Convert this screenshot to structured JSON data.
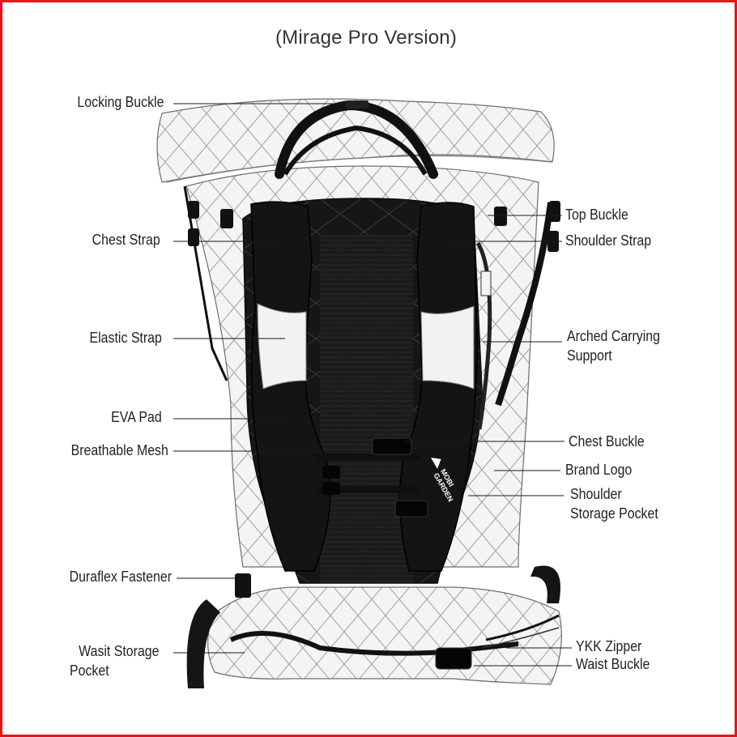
{
  "diagram": {
    "title": "(Mirage Pro Version)",
    "colors": {
      "border": "#e8141b",
      "fabric": "#f4f4f4",
      "strap": "#111111",
      "leader": "#1a1a1a"
    },
    "left_labels": {
      "locking_buckle": "Locking Buckle",
      "chest_strap": "Chest Strap",
      "elastic_strap": "Elastic Strap",
      "eva_pad": "EVA Pad",
      "breathable_mesh": "Breathable Mesh",
      "duraflex_fastener": "Duraflex Fastener",
      "waist_pocket_line1": "Wasit Storage",
      "waist_pocket_line2": "Pocket"
    },
    "right_labels": {
      "top_buckle": "Top Buckle",
      "shoulder_strap": "Shoulder Strap",
      "arched_line1": "Arched Carrying",
      "arched_line2": "Support",
      "chest_buckle": "Chest Buckle",
      "brand_logo": "Brand Logo",
      "shoulder_pocket_line1": "Shoulder",
      "shoulder_pocket_line2": "Storage Pocket",
      "ykk_zipper": "YKK Zipper",
      "waist_buckle": "Waist Buckle"
    },
    "logo_text_line1": "MOBI",
    "logo_text_line2": "GARDEN"
  }
}
